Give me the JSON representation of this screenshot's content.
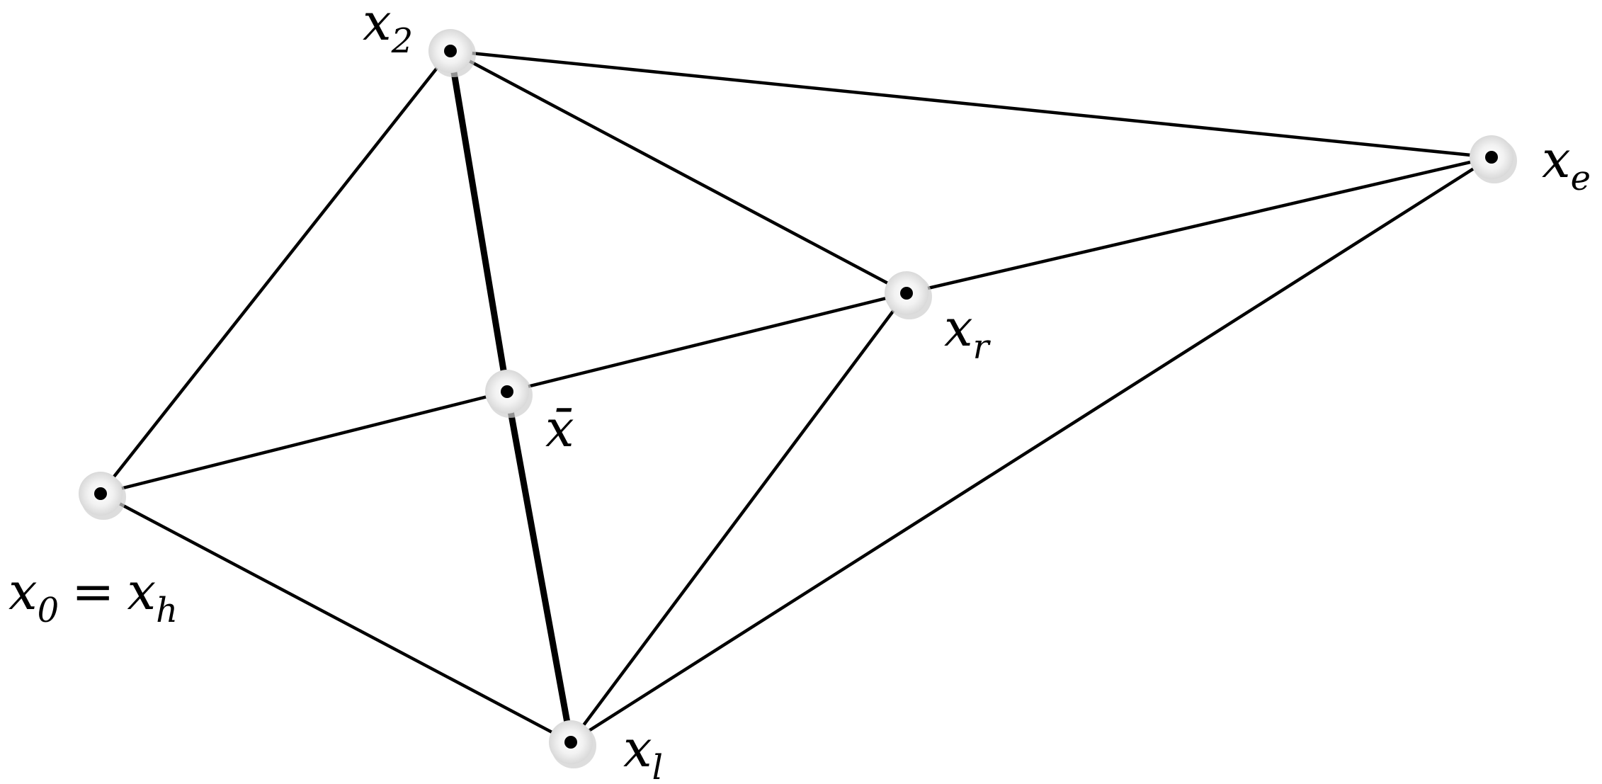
{
  "diagram": {
    "points": {
      "x2": {
        "base": "x",
        "sub": "2"
      },
      "xe": {
        "base": "x",
        "sub": "e"
      },
      "xr": {
        "base": "x",
        "sub": "r"
      },
      "xbar": {
        "base": "x̄"
      },
      "x0": {
        "base": "x",
        "sub": "0",
        "equals": "=",
        "alias_base": "x",
        "alias_sub": "h"
      },
      "xl": {
        "base": "x",
        "sub": "l"
      }
    },
    "edges": [
      {
        "from": "x2",
        "to": "xe"
      },
      {
        "from": "x2",
        "to": "xr"
      },
      {
        "from": "x2",
        "to": "x0"
      },
      {
        "from": "x2",
        "to": "xbar",
        "emphasis": "bold"
      },
      {
        "from": "xbar",
        "to": "xl",
        "emphasis": "bold"
      },
      {
        "from": "x0",
        "to": "xbar"
      },
      {
        "from": "xbar",
        "to": "xr"
      },
      {
        "from": "xr",
        "to": "xe"
      },
      {
        "from": "x0",
        "to": "xl"
      },
      {
        "from": "xl",
        "to": "xr"
      },
      {
        "from": "xl",
        "to": "xe"
      }
    ],
    "colors": {
      "line": "#000000",
      "node_halo": "#e6e6e6",
      "node_dot": "#000000"
    }
  }
}
